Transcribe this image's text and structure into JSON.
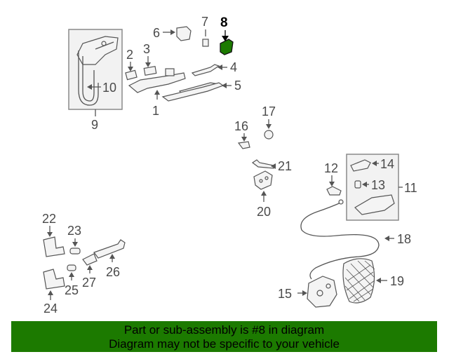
{
  "labels": {
    "l1": "1",
    "l2": "2",
    "l3": "3",
    "l4": "4",
    "l5": "5",
    "l6": "6",
    "l7": "7",
    "l8": "8",
    "l9": "9",
    "l10": "10",
    "l11": "11",
    "l12": "12",
    "l13": "13",
    "l14": "14",
    "l15": "15",
    "l16": "16",
    "l17": "17",
    "l18": "18",
    "l19": "19",
    "l20": "20",
    "l21": "21",
    "l22": "22",
    "l23": "23",
    "l24": "24",
    "l25": "25",
    "l26": "26",
    "l27": "27"
  },
  "highlight": {
    "part": "8",
    "color": "#1c7a00"
  },
  "banner": {
    "line1": "Part or sub-assembly is #8 in diagram",
    "line2": "Diagram may not be specific to your vehicle",
    "color": "#1c7a00"
  }
}
